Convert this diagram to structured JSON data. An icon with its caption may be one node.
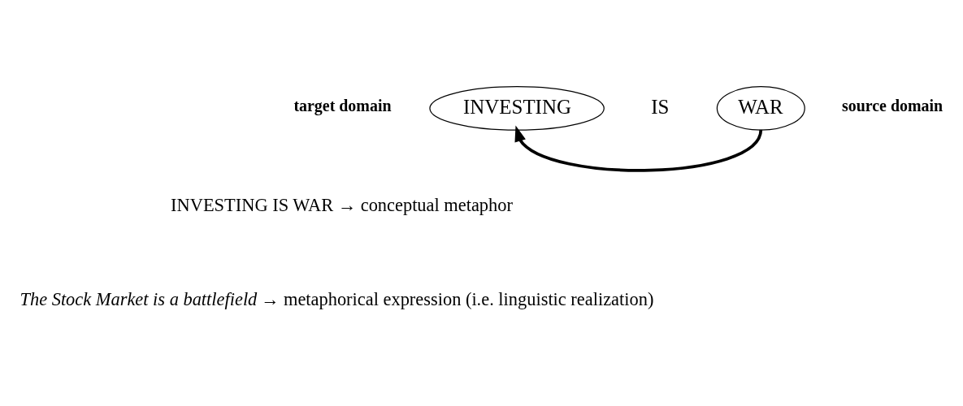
{
  "diagram": {
    "nodes": [
      {
        "text": [
          "INVESTING"
        ],
        "beside": [
          "target domain"
        ]
      },
      {
        "text": [
          "WAR"
        ],
        "beside": [
          "source domain"
        ]
      }
    ],
    "edges": [
      {
        "from": 1,
        "to": 0,
        "arrow": "to"
      }
    ],
    "labels": [
      "IS",
      "INVESTING IS WAR → conceptual metaphor",
      "*The Stock Market is a battlefield* → metaphorical expression (i.e. linguistic realization)"
    ]
  }
}
